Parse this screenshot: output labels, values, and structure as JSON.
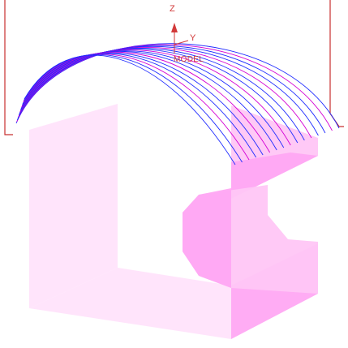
{
  "viewport": {
    "axes": {
      "z_label": "Z",
      "y_label": "Y",
      "model_label": "MODEL"
    },
    "colors": {
      "background": "#ffffff",
      "part_fill_light": "#ffe3fb",
      "part_fill_mid": "#ffc6f6",
      "part_fill_dark": "#ffa8f3",
      "toolpath_blue": "#1f2bff",
      "toolpath_magenta": "#d400d4",
      "stock_outline": "#c83030",
      "axis_red": "#d23a3a"
    },
    "toolpath": {
      "pass_count": 16
    }
  }
}
